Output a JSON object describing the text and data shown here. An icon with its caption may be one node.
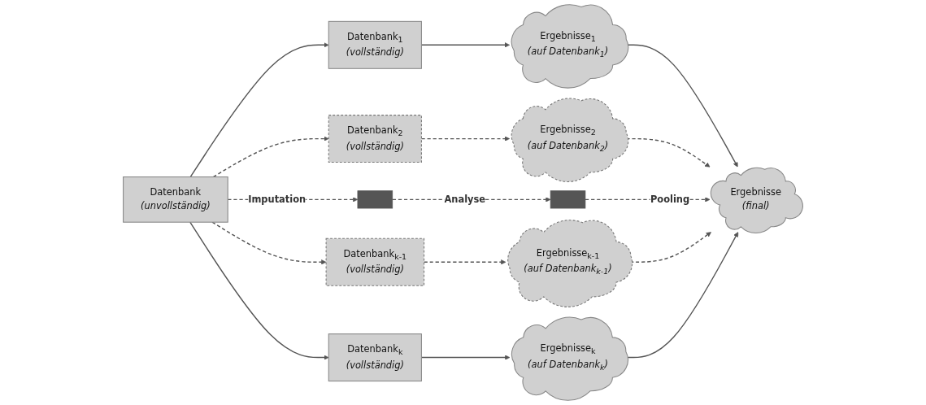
{
  "diagram": {
    "nodes": [
      {
        "text": [
          "Datenbank",
          "(unvollständig)"
        ]
      },
      {
        "text": [
          "Datenbank$_{1}$",
          "(vollständig)"
        ]
      },
      {
        "text": [
          "Datenbank$_{2}$",
          "(vollständig)"
        ]
      },
      {
        "text": [],
        "shape": "box"
      },
      {
        "text": [
          "Datenbank$_{k-1}$",
          "(vollständig)"
        ]
      },
      {
        "text": [
          "Datenbank$_{k}$",
          "(vollständig)"
        ]
      },
      {
        "text": [
          "Ergebnisse$_{1}$",
          "(auf Datenbank$_{1}$)"
        ]
      },
      {
        "text": [
          "Ergebnisse$_{2}$",
          "(auf Datenbank$_{2}$)"
        ]
      },
      {
        "text": [],
        "shape": "box"
      },
      {
        "text": [
          "Ergebnisse$_{k-1}$",
          "(auf Datenbank$_{k-1}$)"
        ]
      },
      {
        "text": [
          "Ergebnisse$_{k}$",
          "(auf Datenbank$_{k}$)"
        ]
      },
      {
        "text": [
          "Ergebnisse",
          "(final)"
        ]
      }
    ],
    "edges": [
      {
        "from": 0,
        "to": 1,
        "arrow": "to"
      },
      {
        "from": 0,
        "to": 2,
        "arrow": "to",
        "style": "dashed"
      },
      {
        "from": 0,
        "to": 3,
        "arrow": "to",
        "style": "dashed",
        "label": "Imputation"
      },
      {
        "from": 0,
        "to": 4,
        "arrow": "to",
        "style": "dashed"
      },
      {
        "from": 0,
        "to": 5,
        "arrow": "to"
      },
      {
        "from": 1,
        "to": 6,
        "arrow": "to"
      },
      {
        "from": 2,
        "to": 7,
        "arrow": "to",
        "style": "dashed"
      },
      {
        "from": 3,
        "to": 8,
        "arrow": "to",
        "style": "dashed",
        "label": "Analyse"
      },
      {
        "from": 4,
        "to": 9,
        "arrow": "to",
        "style": "dashed"
      },
      {
        "from": 5,
        "to": 10,
        "arrow": "to"
      },
      {
        "from": 6,
        "to": 11,
        "arrow": "to"
      },
      {
        "from": 7,
        "to": 11,
        "arrow": "to",
        "style": "dashed"
      },
      {
        "from": 8,
        "to": 11,
        "arrow": "to",
        "style": "dashed",
        "label": "Pooling"
      },
      {
        "from": 9,
        "to": 11,
        "arrow": "to",
        "style": "dashed"
      },
      {
        "from": 10,
        "to": 11,
        "arrow": "to"
      }
    ]
  }
}
